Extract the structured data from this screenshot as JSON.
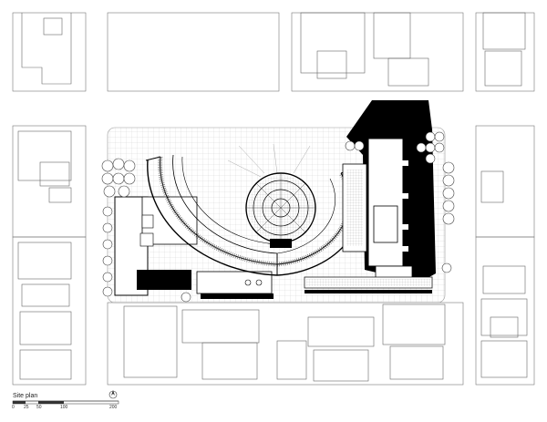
{
  "legend": {
    "title": "Site plan",
    "scale_labels": [
      "0",
      "25",
      "50",
      "100",
      "200"
    ]
  },
  "colors": {
    "background": "#ffffff",
    "line": "#555555",
    "building_fill": "#000000",
    "plaza_grid": "#bdbdbd",
    "tree": "#6a6a6a"
  },
  "icons": {
    "north_arrow": "north-arrow-icon"
  }
}
